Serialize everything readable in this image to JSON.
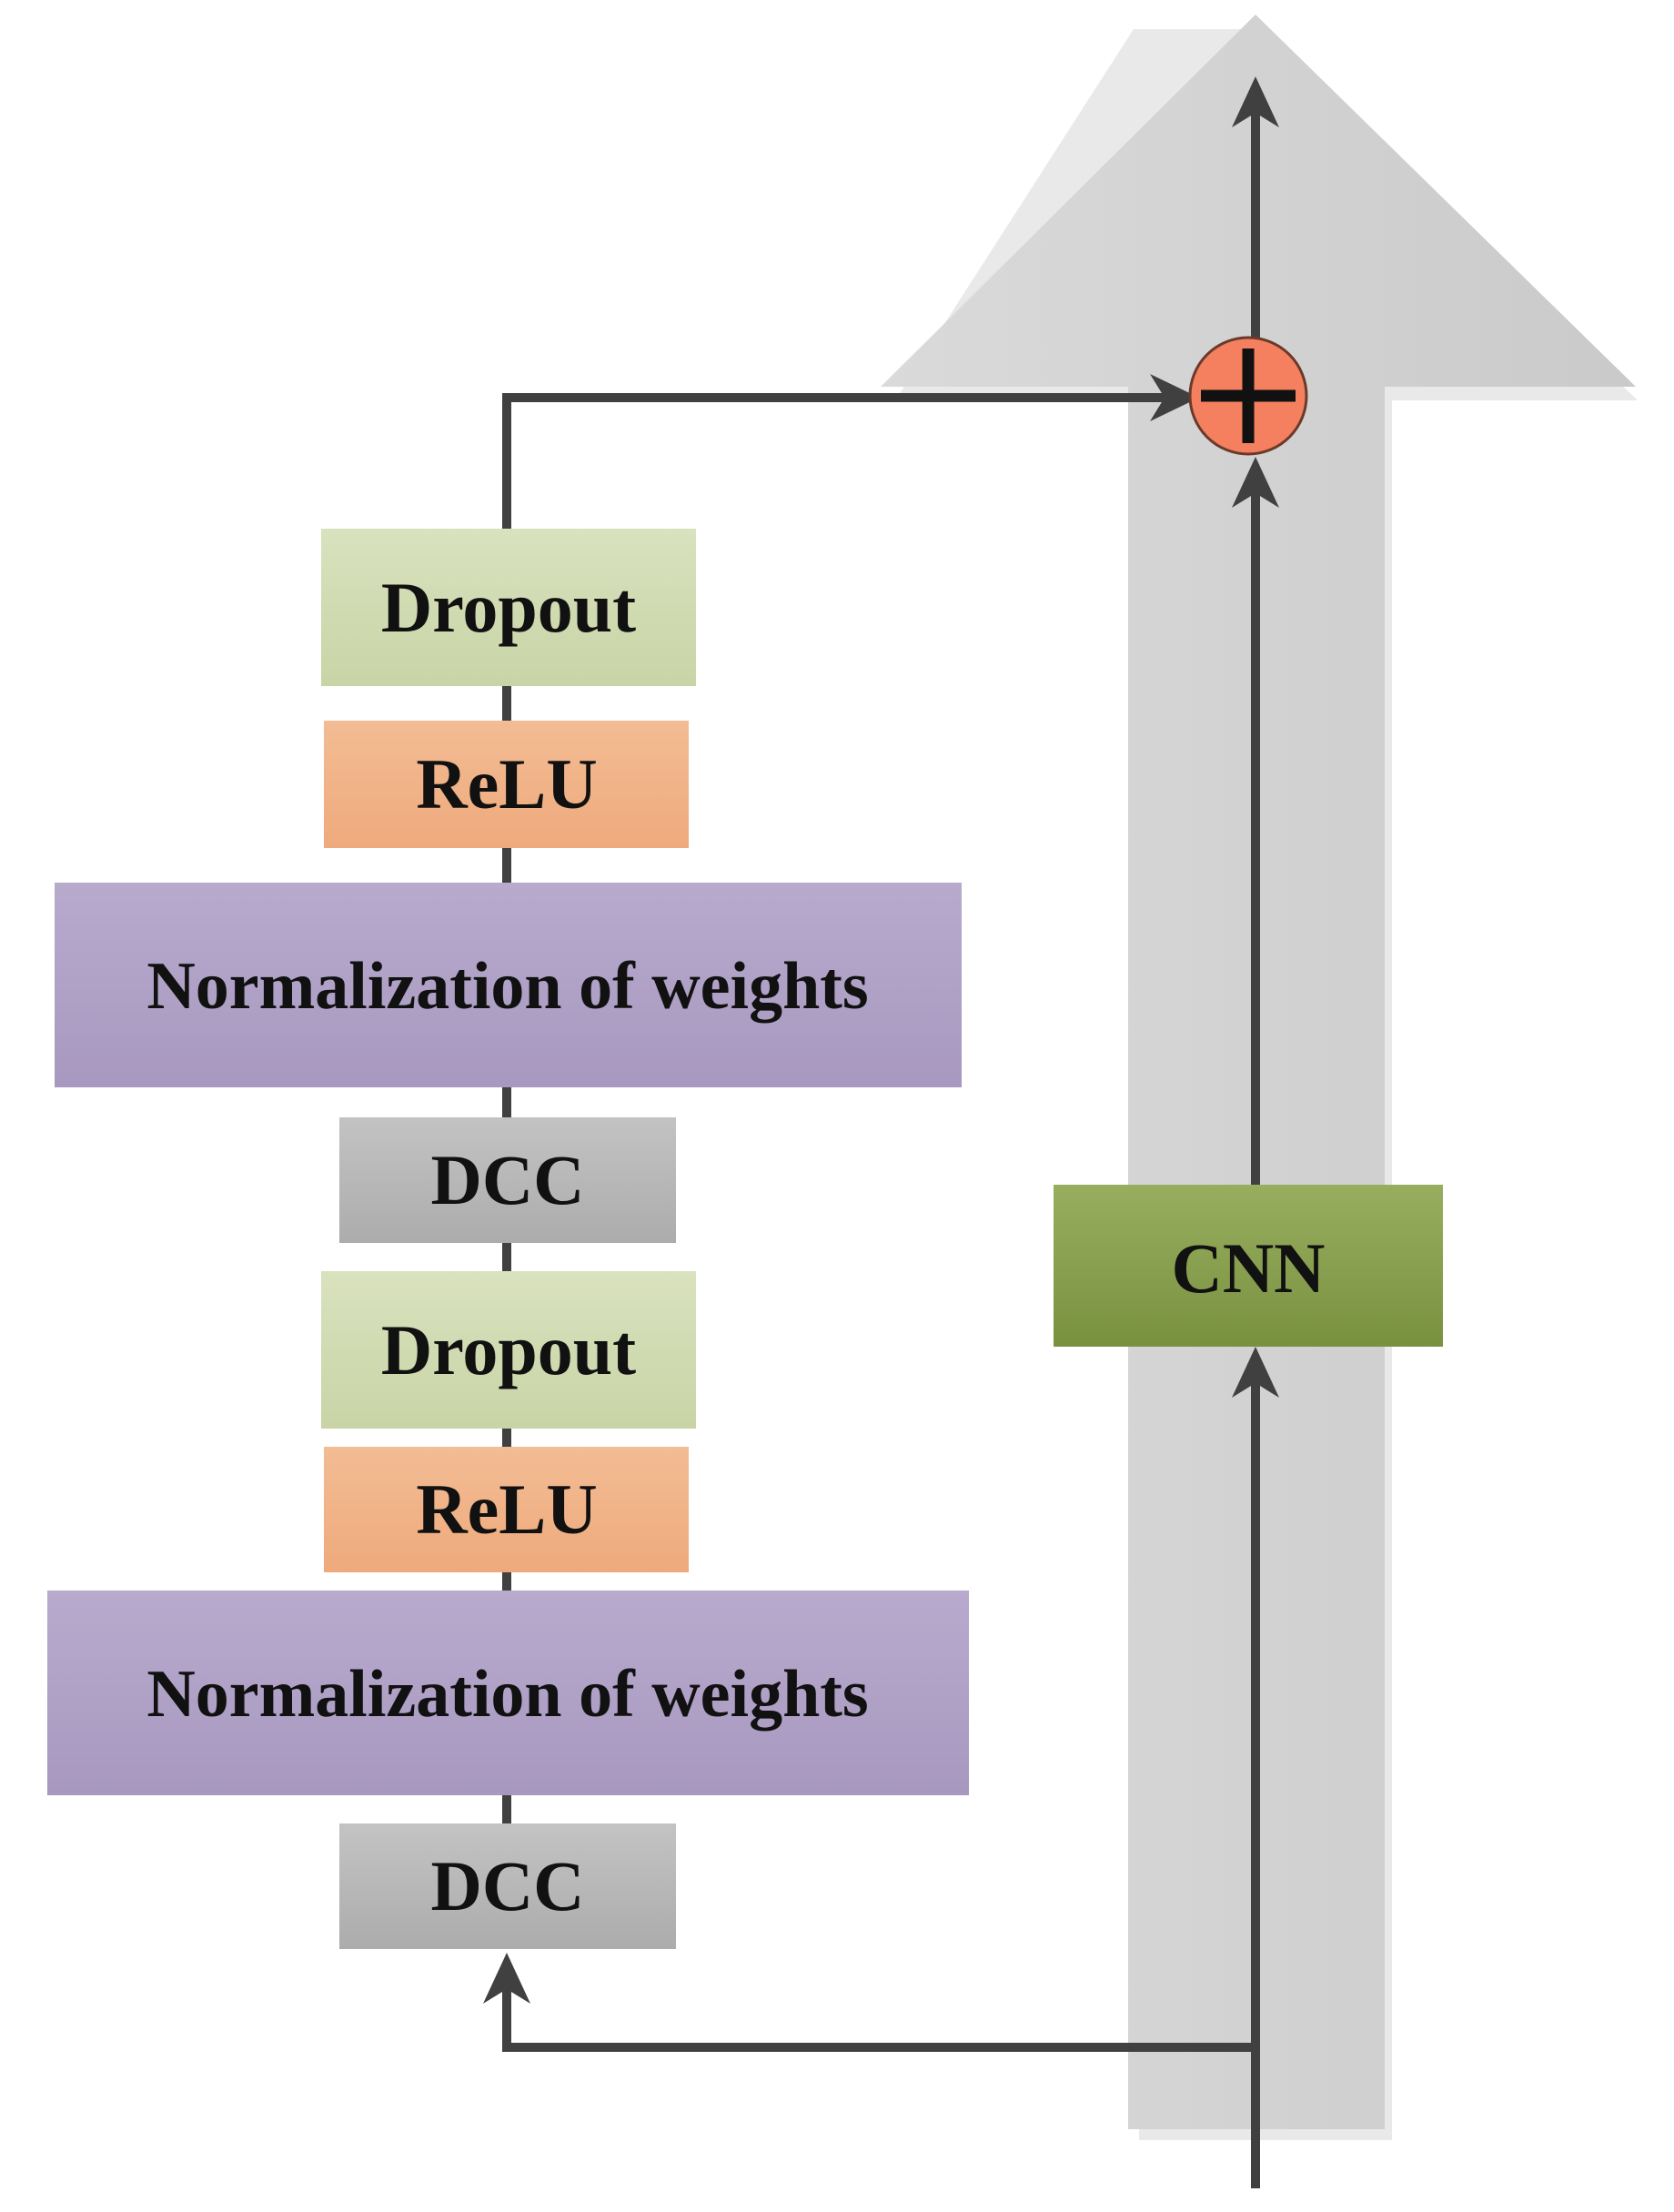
{
  "diagram": {
    "left_stack": [
      {
        "id": "dropout-top",
        "label": "Dropout",
        "color": "#d2dbb4"
      },
      {
        "id": "relu-top",
        "label": "ReLU",
        "color": "#f0b489"
      },
      {
        "id": "norm-top",
        "label": "Normalization of weights",
        "color": "#b1a3c8"
      },
      {
        "id": "dcc-top",
        "label": "DCC",
        "color": "#b9b9b9"
      },
      {
        "id": "dropout-bottom",
        "label": "Dropout",
        "color": "#d2dbb4"
      },
      {
        "id": "relu-bottom",
        "label": "ReLU",
        "color": "#f0b489"
      },
      {
        "id": "norm-bottom",
        "label": "Normalization of weights",
        "color": "#b1a3c8"
      },
      {
        "id": "dcc-bottom",
        "label": "DCC",
        "color": "#b9b9b9"
      }
    ],
    "cnn": {
      "label": "CNN",
      "color": "#8aa055"
    },
    "sum_node": {
      "symbol": "+",
      "color": "#f4805f"
    },
    "colors": {
      "backbone_arrow": "#d4d4d4",
      "connector": "#404040"
    }
  }
}
